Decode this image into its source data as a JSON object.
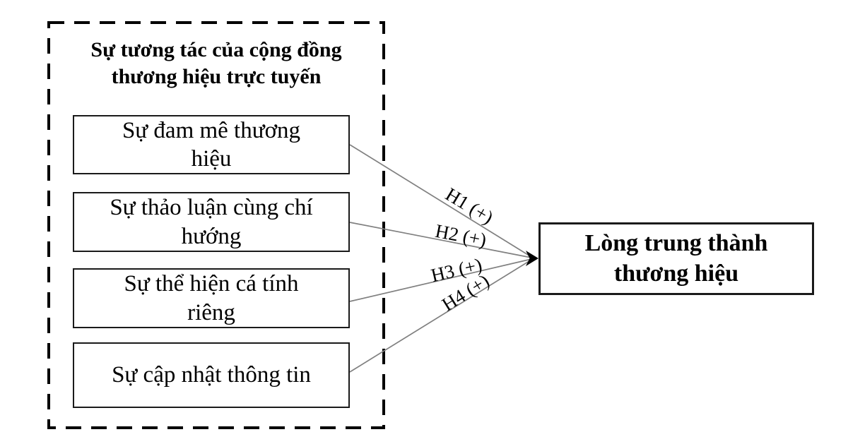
{
  "diagram": {
    "type": "conceptual-model",
    "group": {
      "title": "Sự tương tác của cộng đồng\nthương hiệu trực tuyến"
    },
    "antecedents": [
      {
        "id": "brand-passion",
        "label": "Sự đam mê thương\nhiệu"
      },
      {
        "id": "like-minded-discussion",
        "label": "Sự thảo luận cùng chí\nhướng"
      },
      {
        "id": "self-identity-expression",
        "label": "Sự thể hiện cá tính\nriêng"
      },
      {
        "id": "information-updating",
        "label": "Sự cập nhật thông tin"
      }
    ],
    "outcome": {
      "id": "brand-loyalty",
      "label": "Lòng trung thành\nthương hiệu"
    },
    "hypotheses": [
      {
        "id": "H1",
        "label": "H1 (+)",
        "from": "Sự đam mê thương hiệu",
        "to": "Lòng trung thành thương hiệu"
      },
      {
        "id": "H2",
        "label": "H2 (+)",
        "from": "Sự thảo luận cùng chí hướng",
        "to": "Lòng trung thành thương hiệu"
      },
      {
        "id": "H3",
        "label": "H3 (+)",
        "from": "Sự thể hiện cá tính riêng",
        "to": "Lòng trung thành thương hiệu"
      },
      {
        "id": "H4",
        "label": "H4 (+)",
        "from": "Sự cập nhật thông tin",
        "to": "Lòng trung thành thương hiệu"
      }
    ],
    "colors": {
      "background": "#ffffff",
      "border": "#1a1a1a",
      "connector": "#808080",
      "text": "#000000"
    }
  }
}
